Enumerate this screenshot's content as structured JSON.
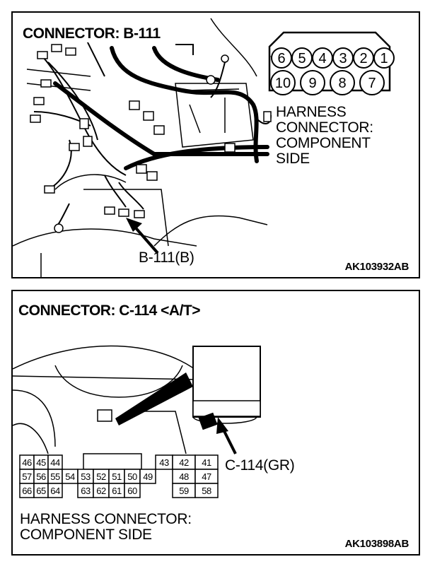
{
  "panel1": {
    "title": "CONNECTOR: B-111",
    "pins_top": [
      "6",
      "5",
      "4",
      "3",
      "2",
      "1"
    ],
    "pins_bottom": [
      "10",
      "9",
      "8",
      "7"
    ],
    "harness_label": [
      "HARNESS",
      "CONNECTOR:",
      "COMPONENT",
      "SIDE"
    ],
    "pointer_label": "B-111(B)",
    "figure_code": "AK103932AB"
  },
  "panel2": {
    "title": "CONNECTOR: C-114 <A/T>",
    "pointer_label": "C-114(GR)",
    "grid_rows": [
      [
        "46",
        "45",
        "44",
        "",
        "",
        "",
        "",
        "",
        "",
        "43",
        "42",
        "41"
      ],
      [
        "57",
        "56",
        "55",
        "54",
        "53",
        "52",
        "51",
        "50",
        "49",
        "48",
        "47"
      ],
      [
        "66",
        "65",
        "64",
        "",
        "63",
        "62",
        "61",
        "60",
        "",
        "59",
        "58"
      ]
    ],
    "harness_label": [
      "HARNESS CONNECTOR:",
      "COMPONENT SIDE"
    ],
    "figure_code": "AK103898AB"
  }
}
